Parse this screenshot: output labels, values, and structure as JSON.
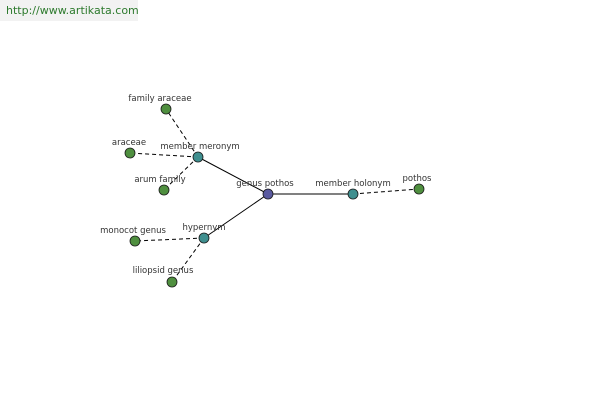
{
  "banner": {
    "url": "http://www.artikata.com"
  },
  "colors": {
    "root": "#5a5aa0",
    "relation": "#3f8f8f",
    "leaf": "#4f8f3f"
  },
  "graph": {
    "nodes": [
      {
        "id": "genus-pothos",
        "label": "genus pothos",
        "kind": "root"
      },
      {
        "id": "member-meronym",
        "label": "member meronym",
        "kind": "relation"
      },
      {
        "id": "member-holonym",
        "label": "member holonym",
        "kind": "relation"
      },
      {
        "id": "hypernym",
        "label": "hypernym",
        "kind": "relation"
      },
      {
        "id": "family-araceae",
        "label": "family araceae",
        "kind": "leaf"
      },
      {
        "id": "araceae",
        "label": "araceae",
        "kind": "leaf"
      },
      {
        "id": "arum-family",
        "label": "arum family",
        "kind": "leaf"
      },
      {
        "id": "pothos",
        "label": "pothos",
        "kind": "leaf"
      },
      {
        "id": "monocot-genus",
        "label": "monocot genus",
        "kind": "leaf"
      },
      {
        "id": "liliopsid-genus",
        "label": "liliopsid genus",
        "kind": "leaf"
      }
    ],
    "edges": [
      {
        "from": "genus-pothos",
        "to": "member-meronym",
        "style": "solid"
      },
      {
        "from": "genus-pothos",
        "to": "member-holonym",
        "style": "solid"
      },
      {
        "from": "genus-pothos",
        "to": "hypernym",
        "style": "solid"
      },
      {
        "from": "member-meronym",
        "to": "family-araceae",
        "style": "dashed"
      },
      {
        "from": "member-meronym",
        "to": "araceae",
        "style": "dashed"
      },
      {
        "from": "member-meronym",
        "to": "arum-family",
        "style": "dashed"
      },
      {
        "from": "member-holonym",
        "to": "pothos",
        "style": "dashed"
      },
      {
        "from": "hypernym",
        "to": "monocot-genus",
        "style": "dashed"
      },
      {
        "from": "hypernym",
        "to": "liliopsid-genus",
        "style": "dashed"
      }
    ]
  }
}
